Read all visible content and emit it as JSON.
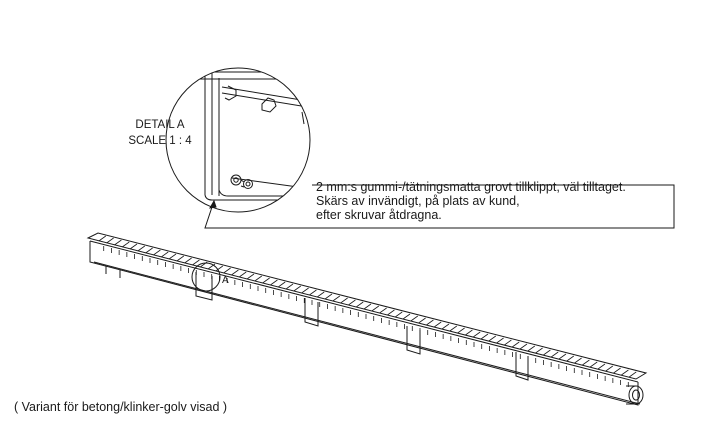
{
  "detail": {
    "title": "DETAIL A",
    "scale": "SCALE 1 : 4"
  },
  "note": {
    "lines": [
      "2 mm:s gummi-/tätningsmatta grovt tillklippt, väl tilltaget.",
      "Skärs av invändigt, på plats av kund,",
      "efter skruvar åtdragna."
    ]
  },
  "marker_label": "A",
  "caption": "( Variant för betong/klinker-golv visad )",
  "colors": {
    "line": "#1a1a1a",
    "background": "#ffffff"
  }
}
